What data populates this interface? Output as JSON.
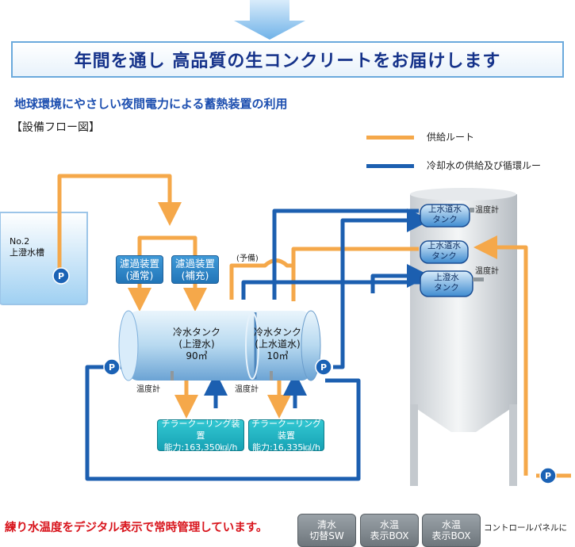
{
  "banner": "年間を通し 高品質の生コンクリートをお届けします",
  "subtitle": "地球環境にやさしい夜間電力による蓄熱装置の利用",
  "flow_title": "【設備フロー図】",
  "legend": {
    "supply": "供給ルート",
    "cooling": "冷却水の供給及び循環ルー",
    "supply_color": "#f5a84a",
    "cooling_color": "#1c5fb0"
  },
  "water_tank": {
    "label": "No.2\n上澄水槽"
  },
  "pump_label": "P",
  "filters": [
    {
      "label": "濾過装置\n(通常)"
    },
    {
      "label": "濾過装置\n(補充)"
    }
  ],
  "spare_label": "(予備)",
  "cold_tanks": [
    {
      "label": "冷水タンク\n(上澄水)\n90㎥"
    },
    {
      "label": "冷水タンク\n(上水道水)\n10㎥"
    }
  ],
  "thermometer": "温度計",
  "chillers": [
    {
      "label": "チラークーリング装置\n能力:163,350㎉/h"
    },
    {
      "label": "チラークーリング装置\n能力:16,335㎉/h"
    }
  ],
  "silo_tanks": [
    {
      "label": "上水道水\nタンク"
    },
    {
      "label": "上水道水\nタンク"
    },
    {
      "label": "上澄水\nタンク"
    }
  ],
  "footer": {
    "message": "練り水温度をデジタル表示で常時管理しています。",
    "buttons": [
      "清水\n切替SW",
      "水温\n表示BOX",
      "水温\n表示BOX"
    ],
    "note": "コントロールパネルに"
  }
}
